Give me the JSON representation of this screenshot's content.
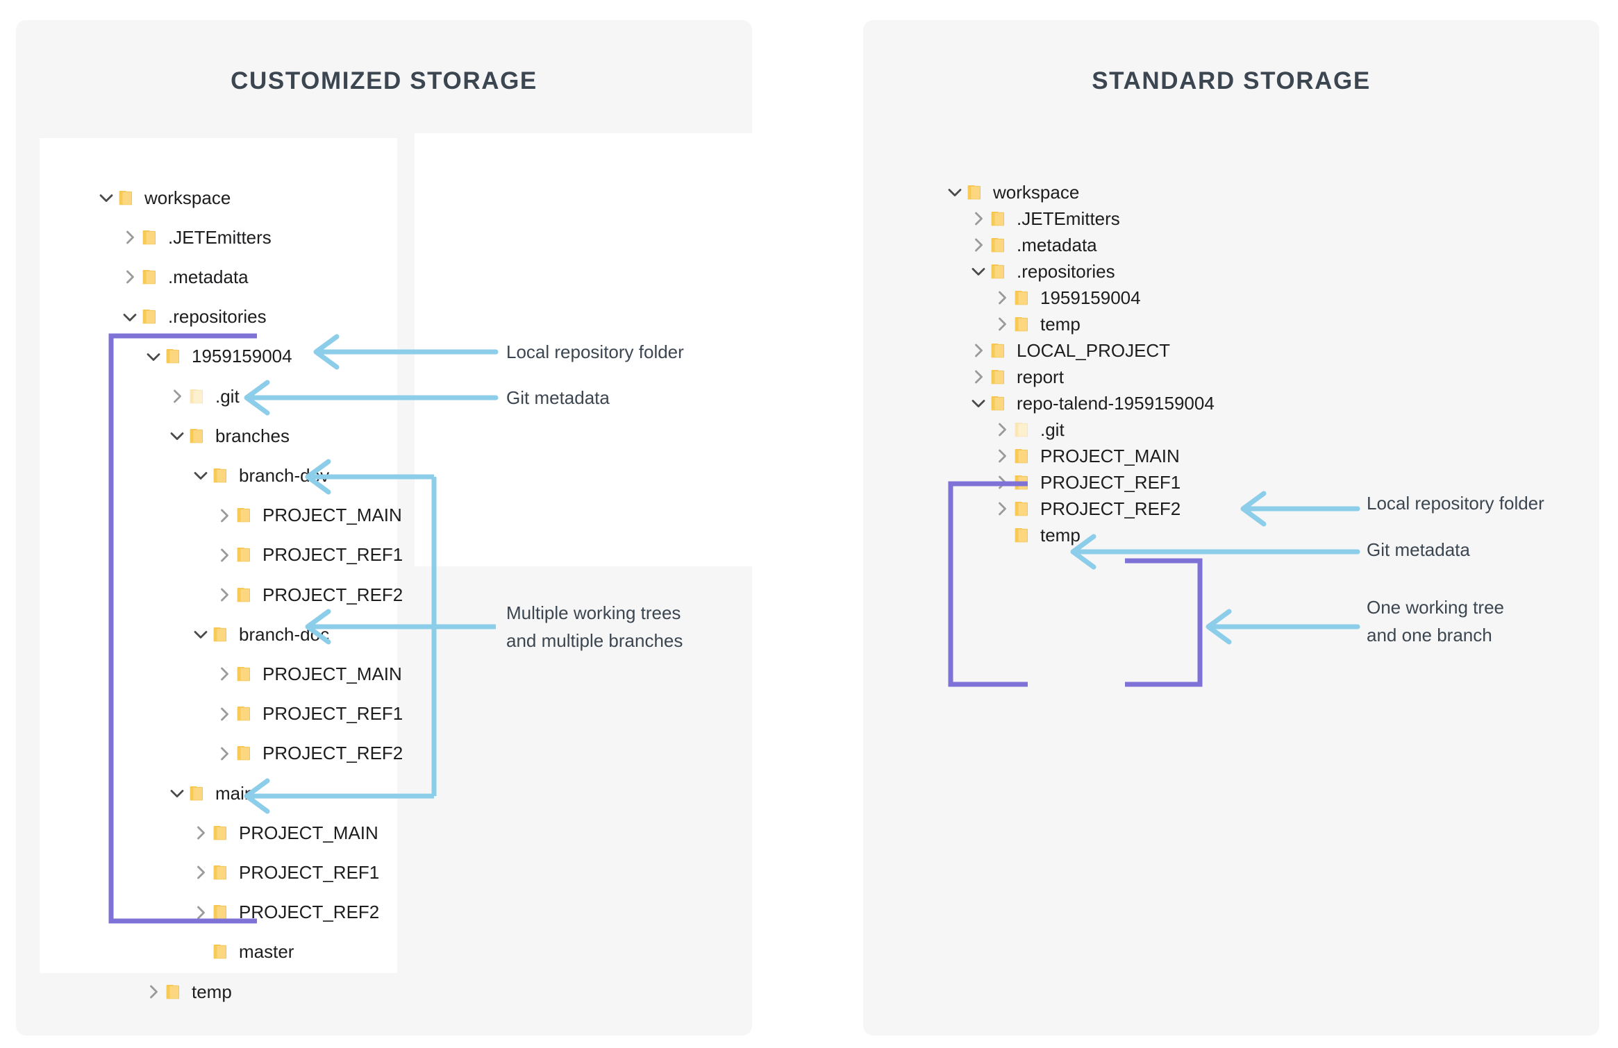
{
  "colors": {
    "panel_bg": "#f6f6f6",
    "tree_bg": "#ffffff",
    "title": "#3c4651",
    "arrow": "#8ccde9",
    "bracket": "#7e72d6",
    "folder_fill": "#fcd77f",
    "folder_fill_light": "#fdf0d0",
    "chevron": "#9a9a9a",
    "label": "#1d1d1f"
  },
  "panels": [
    {
      "id": "customized",
      "title": "CUSTOMIZED STORAGE",
      "tree": [
        {
          "label": "workspace",
          "depth": 0,
          "state": "expanded",
          "icon": "folder-icon"
        },
        {
          "label": ".JETEmitters",
          "depth": 1,
          "state": "collapsed",
          "icon": "folder-icon"
        },
        {
          "label": ".metadata",
          "depth": 1,
          "state": "collapsed",
          "icon": "folder-icon"
        },
        {
          "label": ".repositories",
          "depth": 1,
          "state": "expanded",
          "icon": "folder-icon"
        },
        {
          "label": "1959159004",
          "depth": 2,
          "state": "expanded",
          "icon": "folder-icon"
        },
        {
          "label": ".git",
          "depth": 3,
          "state": "collapsed",
          "icon": "folder-hidden-icon"
        },
        {
          "label": "branches",
          "depth": 3,
          "state": "expanded",
          "icon": "folder-icon"
        },
        {
          "label": "branch-dev",
          "depth": 4,
          "state": "expanded",
          "icon": "folder-icon"
        },
        {
          "label": "PROJECT_MAIN",
          "depth": 5,
          "state": "collapsed",
          "icon": "folder-icon"
        },
        {
          "label": "PROJECT_REF1",
          "depth": 5,
          "state": "collapsed",
          "icon": "folder-icon"
        },
        {
          "label": "PROJECT_REF2",
          "depth": 5,
          "state": "collapsed",
          "icon": "folder-icon"
        },
        {
          "label": "branch-doc",
          "depth": 4,
          "state": "expanded",
          "icon": "folder-icon"
        },
        {
          "label": "PROJECT_MAIN",
          "depth": 5,
          "state": "collapsed",
          "icon": "folder-icon"
        },
        {
          "label": "PROJECT_REF1",
          "depth": 5,
          "state": "collapsed",
          "icon": "folder-icon"
        },
        {
          "label": "PROJECT_REF2",
          "depth": 5,
          "state": "collapsed",
          "icon": "folder-icon"
        },
        {
          "label": "main",
          "depth": 3,
          "state": "expanded",
          "icon": "folder-icon"
        },
        {
          "label": "PROJECT_MAIN",
          "depth": 4,
          "state": "collapsed",
          "icon": "folder-icon"
        },
        {
          "label": "PROJECT_REF1",
          "depth": 4,
          "state": "collapsed",
          "icon": "folder-icon"
        },
        {
          "label": "PROJECT_REF2",
          "depth": 4,
          "state": "collapsed",
          "icon": "folder-icon"
        },
        {
          "label": "master",
          "depth": 4,
          "state": "leaf",
          "icon": "folder-icon"
        },
        {
          "label": "temp",
          "depth": 2,
          "state": "collapsed",
          "icon": "folder-icon"
        }
      ],
      "annotations": [
        {
          "text": "Local repository folder",
          "target": "1959159004"
        },
        {
          "text": "Git metadata",
          "target": ".git"
        },
        {
          "text": "Multiple working trees\nand multiple branches",
          "target": "branch-dev / branch-doc / main"
        }
      ]
    },
    {
      "id": "standard",
      "title": "STANDARD STORAGE",
      "tree": [
        {
          "label": "workspace",
          "depth": 0,
          "state": "expanded",
          "icon": "folder-icon"
        },
        {
          "label": ".JETEmitters",
          "depth": 1,
          "state": "collapsed",
          "icon": "folder-icon"
        },
        {
          "label": ".metadata",
          "depth": 1,
          "state": "collapsed",
          "icon": "folder-icon"
        },
        {
          "label": ".repositories",
          "depth": 1,
          "state": "expanded",
          "icon": "folder-icon"
        },
        {
          "label": "1959159004",
          "depth": 2,
          "state": "collapsed",
          "icon": "folder-icon"
        },
        {
          "label": "temp",
          "depth": 2,
          "state": "collapsed",
          "icon": "folder-icon"
        },
        {
          "label": "LOCAL_PROJECT",
          "depth": 1,
          "state": "collapsed",
          "icon": "folder-icon"
        },
        {
          "label": "report",
          "depth": 1,
          "state": "collapsed",
          "icon": "folder-icon"
        },
        {
          "label": "repo-talend-1959159004",
          "depth": 1,
          "state": "expanded",
          "icon": "folder-icon"
        },
        {
          "label": ".git",
          "depth": 2,
          "state": "collapsed",
          "icon": "folder-hidden-icon"
        },
        {
          "label": "PROJECT_MAIN",
          "depth": 2,
          "state": "collapsed",
          "icon": "folder-icon"
        },
        {
          "label": "PROJECT_REF1",
          "depth": 2,
          "state": "collapsed",
          "icon": "folder-icon"
        },
        {
          "label": "PROJECT_REF2",
          "depth": 2,
          "state": "collapsed",
          "icon": "folder-icon"
        },
        {
          "label": "temp",
          "depth": 2,
          "state": "leaf",
          "icon": "folder-icon"
        }
      ],
      "annotations": [
        {
          "text": "Local repository folder",
          "target": "repo-talend-1959159004"
        },
        {
          "text": "Git metadata",
          "target": ".git"
        },
        {
          "text": "One working tree\nand one branch",
          "target": "PROJECT_REF1"
        }
      ]
    }
  ]
}
